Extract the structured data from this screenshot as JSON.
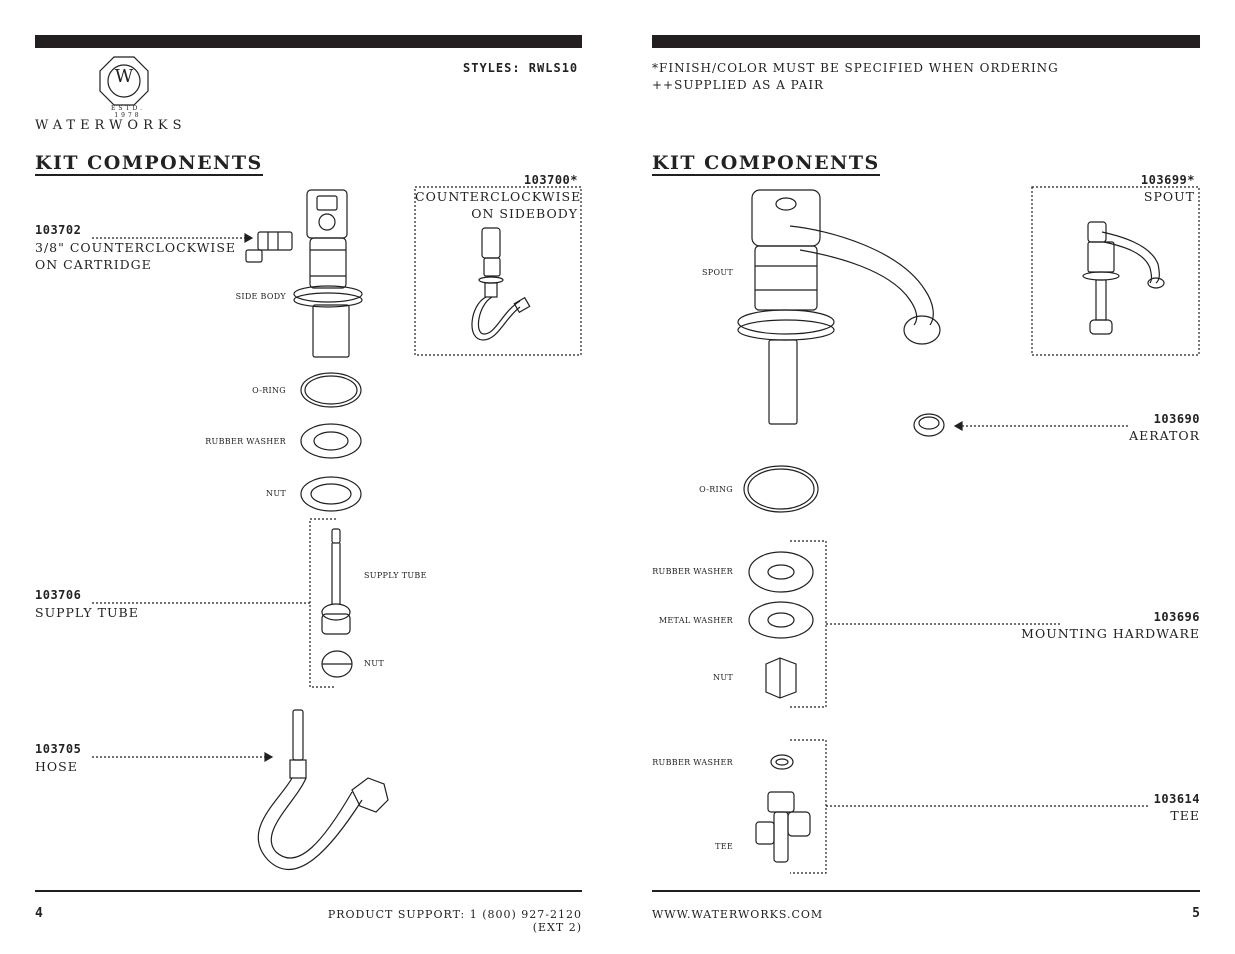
{
  "brand": {
    "name": "WATERWORKS",
    "est": "ESTD. 1978",
    "monogram": "W"
  },
  "left": {
    "styles": "STYLES: RWLS10",
    "heading": "KIT COMPONENTS",
    "parts": [
      {
        "pn": "103702",
        "desc1": "3/8\" COUNTERCLOCKWISE",
        "desc2": "ON CARTRIDGE"
      },
      {
        "pn": "103706",
        "desc1": "SUPPLY TUBE"
      },
      {
        "pn": "103705",
        "desc1": "HOSE"
      }
    ],
    "boxed": {
      "pn": "103700*",
      "desc1": "COUNTERCLOCKWISE",
      "desc2": "ON SIDEBODY"
    },
    "labels": {
      "side_body": "SIDE BODY",
      "o_ring": "O-RING",
      "rubber_washer": "RUBBER WASHER",
      "nut": "NUT",
      "supply_tube": "SUPPLY TUBE",
      "nut2": "NUT"
    },
    "page_number": "4",
    "footer": "PRODUCT SUPPORT: 1 (800) 927-2120 (EXT 2)"
  },
  "right": {
    "note1": "*FINISH/COLOR MUST BE SPECIFIED WHEN ORDERING",
    "note2": "++SUPPLIED AS A PAIR",
    "heading": "KIT COMPONENTS",
    "boxed": {
      "pn": "103699*",
      "desc1": "SPOUT"
    },
    "parts": [
      {
        "pn": "103690",
        "desc1": "AERATOR"
      },
      {
        "pn": "103696",
        "desc1": "MOUNTING HARDWARE"
      },
      {
        "pn": "103614",
        "desc1": "TEE"
      }
    ],
    "labels": {
      "spout": "SPOUT",
      "o_ring": "O-RING",
      "rubber_washer": "RUBBER WASHER",
      "metal_washer": "METAL WASHER",
      "nut": "NUT",
      "rubber_washer2": "RUBBER WASHER",
      "tee": "TEE"
    },
    "page_number": "5",
    "footer": "WWW.WATERWORKS.COM"
  }
}
